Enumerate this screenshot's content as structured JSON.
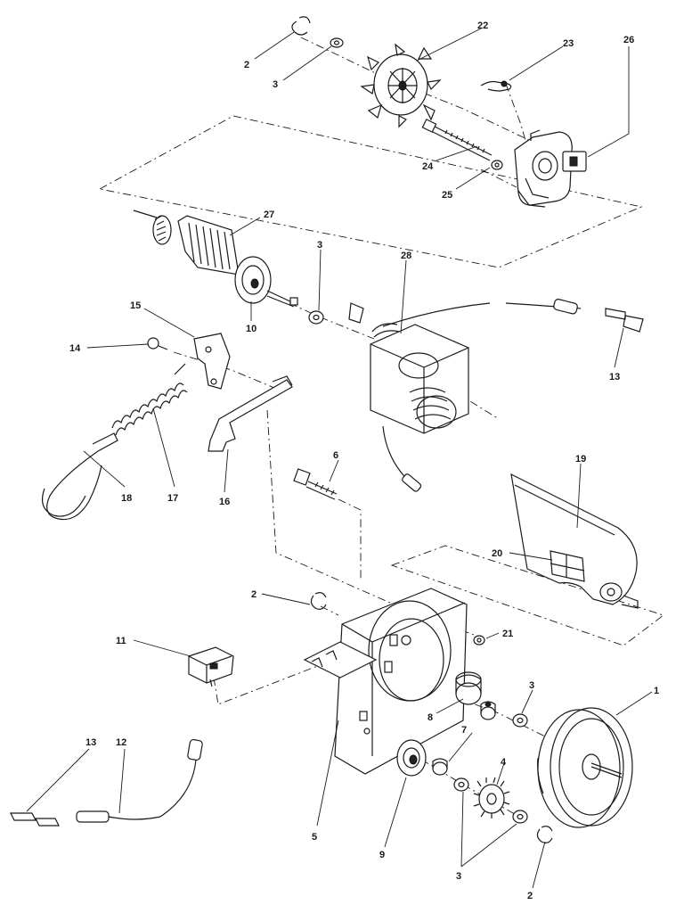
{
  "diagram": {
    "callouts": [
      {
        "id": "c-22",
        "text": "22"
      },
      {
        "id": "c-23",
        "text": "23"
      },
      {
        "id": "c-26",
        "text": "26"
      },
      {
        "id": "c-2a",
        "text": "2"
      },
      {
        "id": "c-3a",
        "text": "3"
      },
      {
        "id": "c-24",
        "text": "24"
      },
      {
        "id": "c-25",
        "text": "25"
      },
      {
        "id": "c-27",
        "text": "27"
      },
      {
        "id": "c-3b",
        "text": "3"
      },
      {
        "id": "c-28",
        "text": "28"
      },
      {
        "id": "c-15",
        "text": "15"
      },
      {
        "id": "c-10",
        "text": "10"
      },
      {
        "id": "c-14",
        "text": "14"
      },
      {
        "id": "c-13a",
        "text": "13"
      },
      {
        "id": "c-18",
        "text": "18"
      },
      {
        "id": "c-17",
        "text": "17"
      },
      {
        "id": "c-16",
        "text": "16"
      },
      {
        "id": "c-6",
        "text": "6"
      },
      {
        "id": "c-19",
        "text": "19"
      },
      {
        "id": "c-20",
        "text": "20"
      },
      {
        "id": "c-2b",
        "text": "2"
      },
      {
        "id": "c-21",
        "text": "21"
      },
      {
        "id": "c-11",
        "text": "11"
      },
      {
        "id": "c-3c",
        "text": "3"
      },
      {
        "id": "c-1",
        "text": "1"
      },
      {
        "id": "c-8",
        "text": "8"
      },
      {
        "id": "c-7",
        "text": "7"
      },
      {
        "id": "c-4",
        "text": "4"
      },
      {
        "id": "c-13b",
        "text": "13"
      },
      {
        "id": "c-12",
        "text": "12"
      },
      {
        "id": "c-5",
        "text": "5"
      },
      {
        "id": "c-9",
        "text": "9"
      },
      {
        "id": "c-3d",
        "text": "3"
      },
      {
        "id": "c-2c",
        "text": "2"
      }
    ]
  }
}
